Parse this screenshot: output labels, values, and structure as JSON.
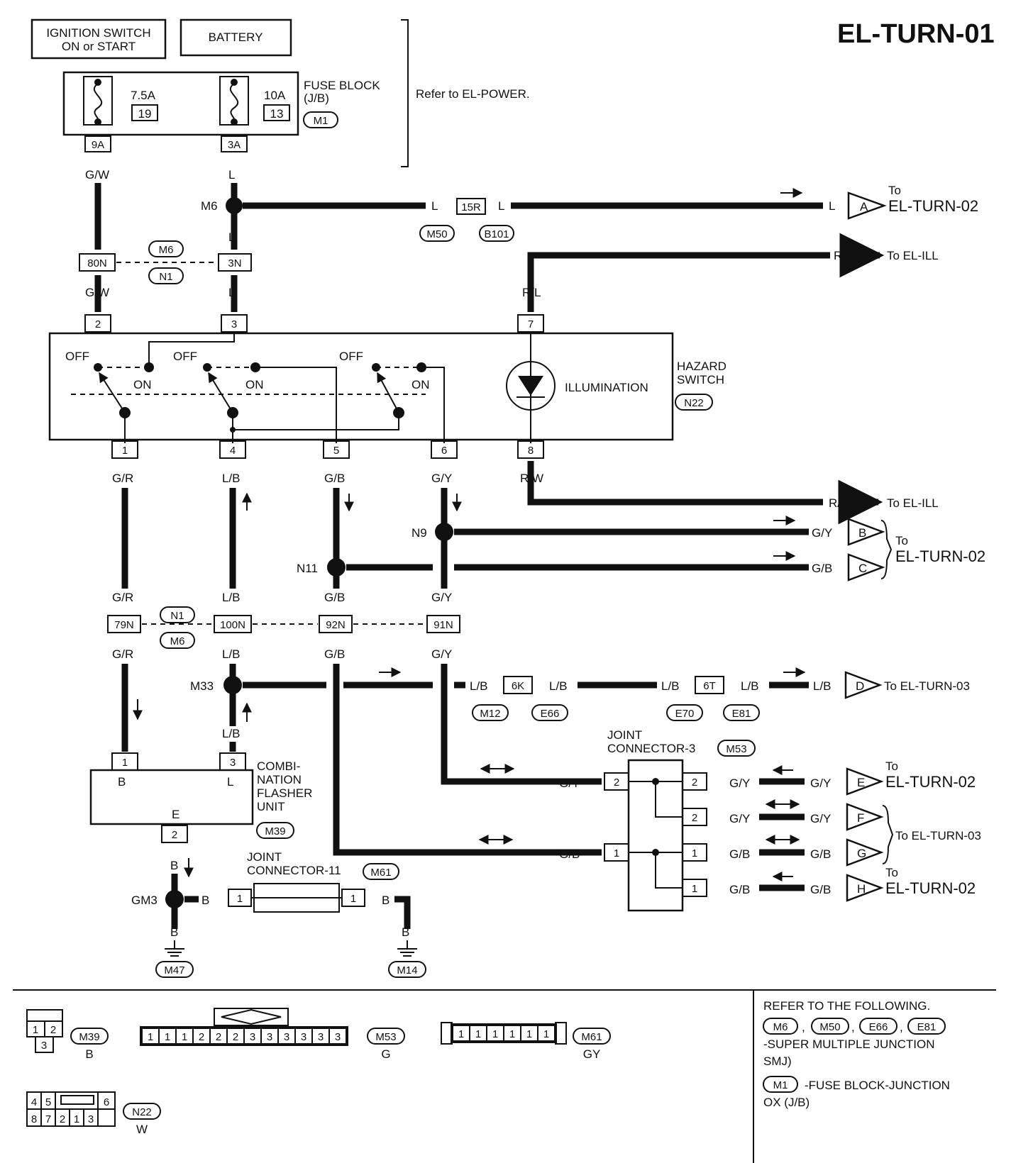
{
  "title": "EL-TURN-01",
  "sources": {
    "ignition": "IGNITION SWITCH ON or START",
    "battery": "BATTERY"
  },
  "fuse_block": {
    "name": "FUSE BLOCK (J/B)",
    "connector": "M1",
    "refer": "Refer to EL-POWER.",
    "fuses": [
      {
        "amp": "7.5A",
        "num": "19",
        "terminal": "9A"
      },
      {
        "amp": "10A",
        "num": "13",
        "terminal": "3A"
      }
    ]
  },
  "wires": {
    "gw": "G/W",
    "l": "L",
    "rl": "R/L",
    "gr": "G/R",
    "lb": "L/B",
    "gb": "G/B",
    "gy": "G/Y",
    "rw": "R/W",
    "b": "B"
  },
  "splices": [
    "M6",
    "N9",
    "N11",
    "M33",
    "GM3"
  ],
  "connectors": {
    "c15r": "15R",
    "m50": "M50",
    "b101": "B101",
    "c80n": "80N",
    "c3n": "3N",
    "m6": "M6",
    "n1": "N1",
    "c79n": "79N",
    "c100n": "100N",
    "c92n": "92N",
    "c91n": "91N",
    "c6k": "6K",
    "m12": "M12",
    "e66": "E66",
    "c6t": "6T",
    "e70": "E70",
    "e81": "E81",
    "m53": "M53",
    "m61": "M61",
    "m39": "M39",
    "n22": "N22",
    "m47": "M47",
    "m14": "M14"
  },
  "hazard_switch": {
    "name": "HAZARD SWITCH",
    "connector": "N22",
    "off": "OFF",
    "on": "ON",
    "illumination": "ILLUMINATION",
    "pins": [
      "2",
      "3",
      "7",
      "1",
      "4",
      "5",
      "6",
      "8"
    ]
  },
  "flasher": {
    "name": "COMBI- NATION FLASHER UNIT",
    "connector": "M39",
    "pin_b": "1",
    "pin_l": "3",
    "pin_e": "2",
    "lb": "B",
    "ll": "L",
    "le": "E"
  },
  "joint3": {
    "name": "JOINT CONNECTOR-3",
    "connector": "M53",
    "pins_left": [
      "2",
      "1"
    ],
    "pins_right": [
      "2",
      "2",
      "1",
      "1"
    ]
  },
  "joint11": {
    "name": "JOINT CONNECTOR-11",
    "connector": "M61",
    "pins": [
      "1",
      "1"
    ]
  },
  "destinations": {
    "to": "To",
    "turn02": "EL-TURN-02",
    "turn03": "To EL-TURN-03",
    "ill": "To EL-ILL",
    "letters": [
      "A",
      "B",
      "C",
      "D",
      "E",
      "F",
      "G",
      "H"
    ]
  },
  "legend": {
    "m39": {
      "pins": [
        "1",
        "2",
        "3"
      ],
      "color": "B"
    },
    "m53": {
      "pins": [
        "1",
        "1",
        "1",
        "2",
        "2",
        "2",
        "3",
        "3",
        "3",
        "3",
        "3",
        "3"
      ],
      "color": "G"
    },
    "m61": {
      "pins": [
        "1",
        "1",
        "1",
        "1",
        "1",
        "1"
      ],
      "color": "GY"
    },
    "n22": {
      "pins_top": [
        "4",
        "5",
        "6"
      ],
      "pins_bottom": [
        "8",
        "7",
        "2",
        "1",
        "3"
      ],
      "color": "W"
    }
  },
  "refer_box": {
    "line1": "REFER TO THE FOLLOWING.",
    "c1": "M6",
    "c2": "M50",
    "c3": "E66",
    "c4": "E81",
    "smj": "-SUPER MULTIPLE JUNCTION (SMJ)",
    "jb_code": "M1",
    "jb": "-FUSE BLOCK-JUNCTION BOX (J/B)"
  }
}
